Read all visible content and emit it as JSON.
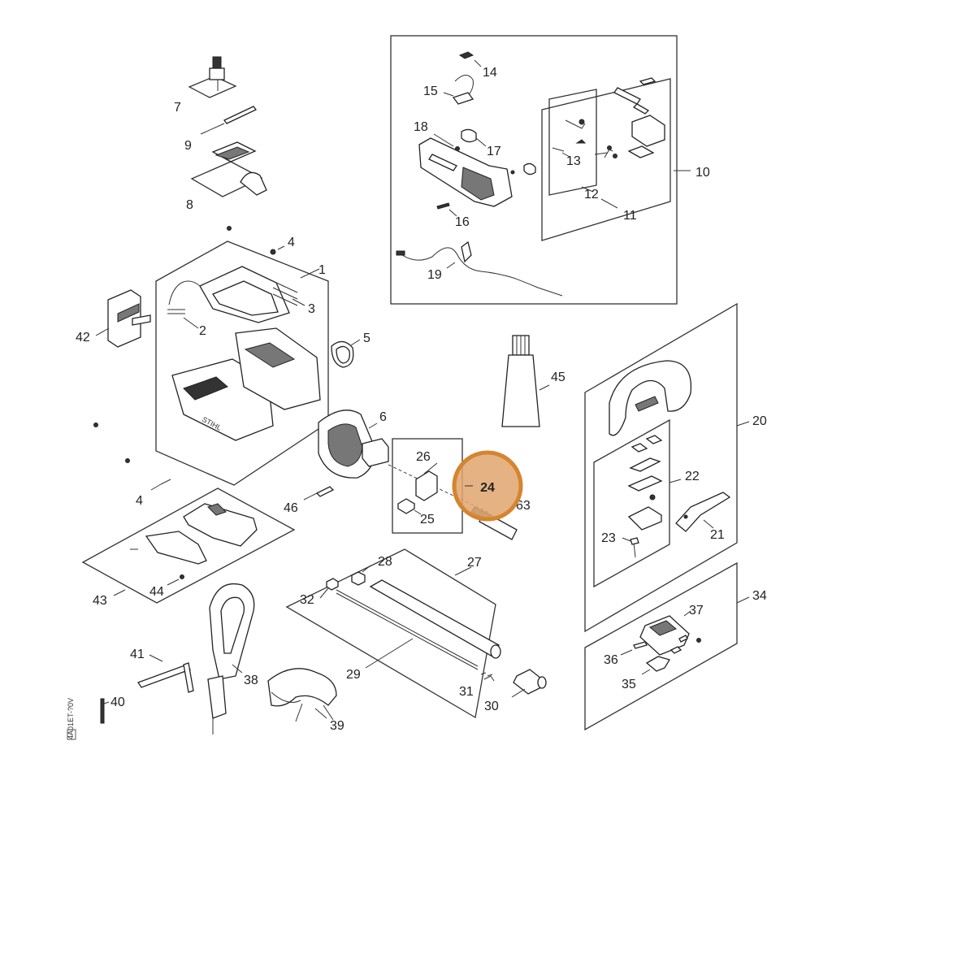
{
  "highlight": {
    "label": "24",
    "color": "#e0a56f",
    "ring_color": "#d4852f"
  },
  "side_code": "4A01ET-?0V",
  "labels": {
    "p1": "1",
    "p2": "2",
    "p3": "3",
    "p4a": "4",
    "p4b": "4",
    "p5": "5",
    "p6": "6",
    "p7": "7",
    "p8": "8",
    "p9": "9",
    "p10": "10",
    "p11": "11",
    "p12": "12",
    "p13": "13",
    "p14": "14",
    "p15": "15",
    "p16": "16",
    "p17": "17",
    "p18": "18",
    "p19": "19",
    "p20": "20",
    "p21": "21",
    "p22": "22",
    "p23": "23",
    "p25": "25",
    "p26": "26",
    "p27": "27",
    "p28": "28",
    "p29": "29",
    "p30": "30",
    "p31": "31",
    "p32": "32",
    "p34": "34",
    "p35": "35",
    "p36": "36",
    "p37": "37",
    "p38": "38",
    "p39": "39",
    "p40": "40",
    "p41": "41",
    "p42": "42",
    "p43": "43",
    "p44": "44",
    "p45": "45",
    "p46": "46",
    "p63": "63"
  }
}
